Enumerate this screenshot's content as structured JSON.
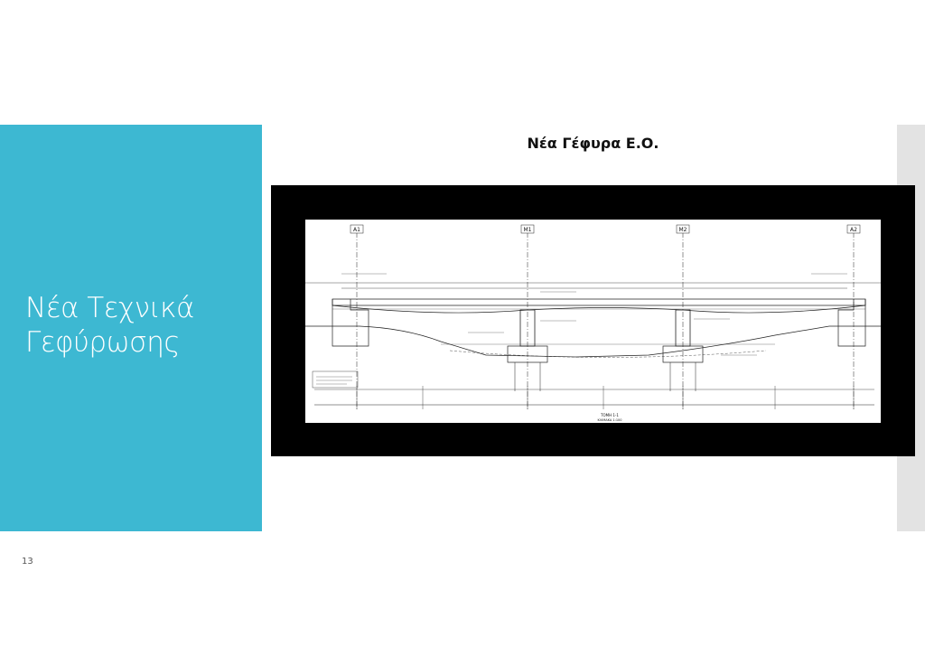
{
  "slide": {
    "side_title": "Νέα Τεχνικά Γεφύρωσης",
    "drawing_title": "Νέα Γέφυρα Ε.Ο.",
    "page_number": "13"
  },
  "drawing": {
    "axis_labels": [
      "A1",
      "M1",
      "M2",
      "A2"
    ],
    "caption_line1": "ΤΟΜΗ 1-1",
    "caption_line2": "ΚΛΙΜΑΚΑ 1:100"
  },
  "colors": {
    "accent": "#3db8d2",
    "frame": "#000000",
    "strip": "#e3e3e3"
  }
}
